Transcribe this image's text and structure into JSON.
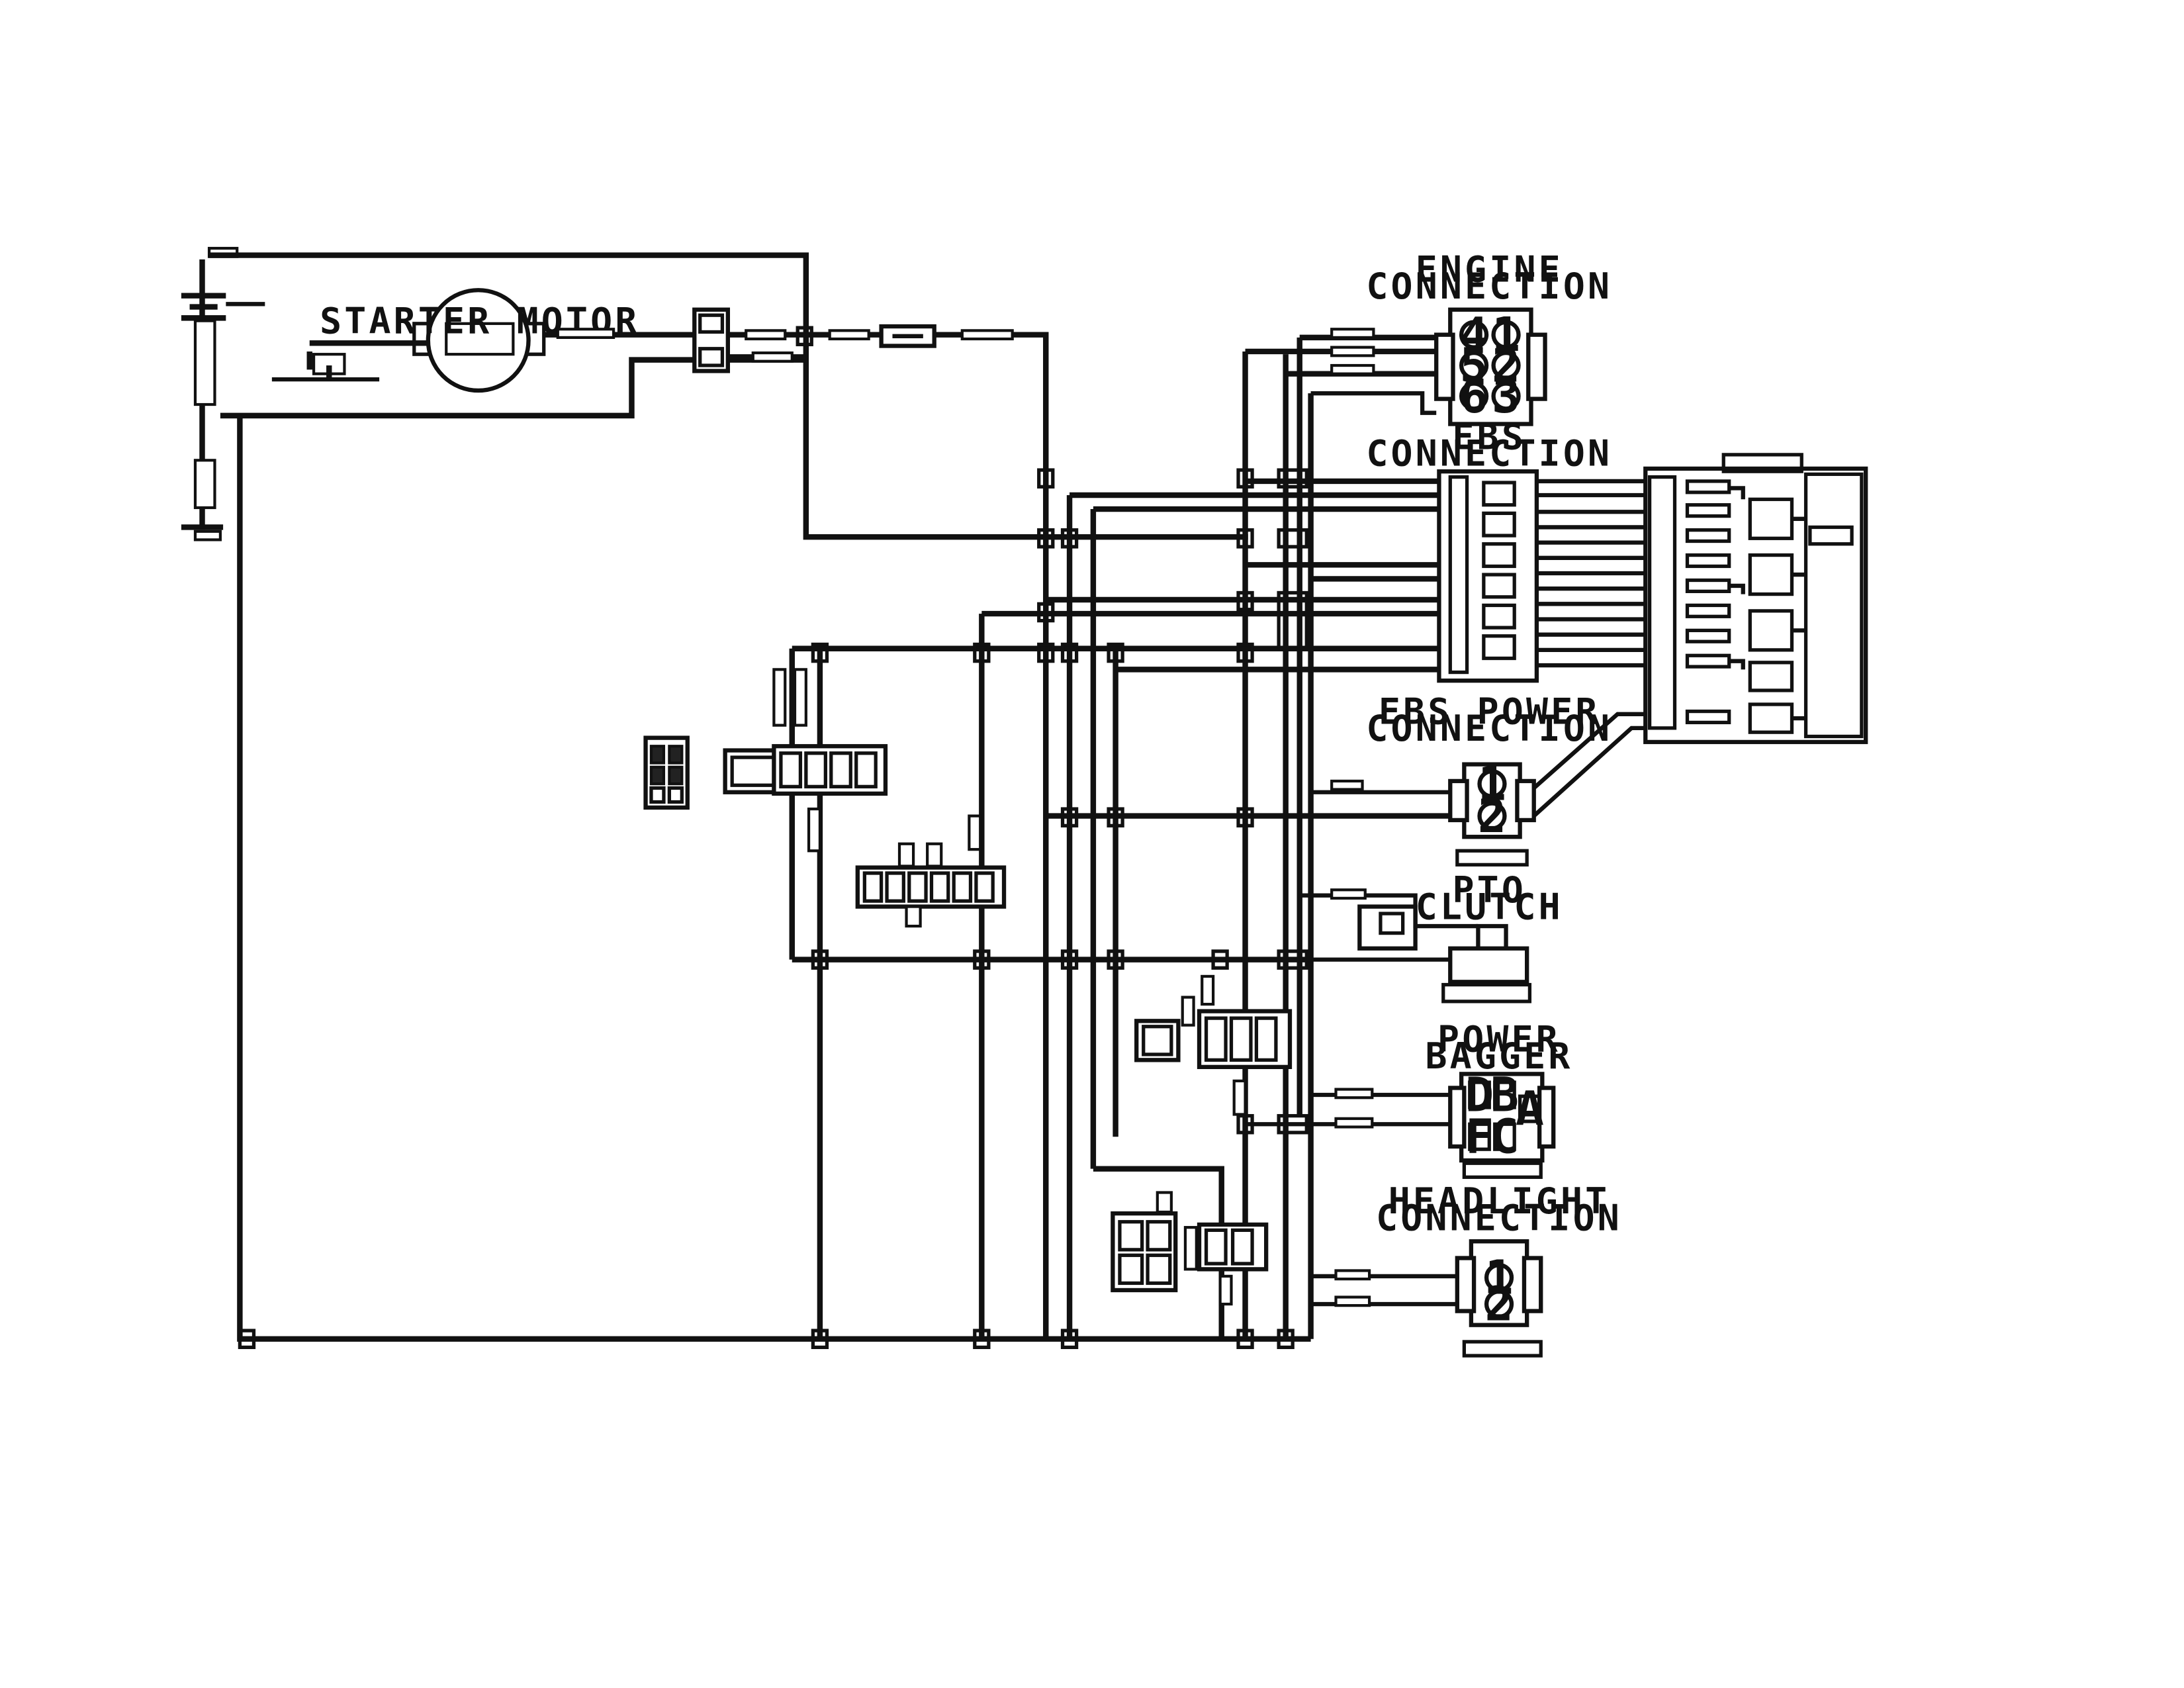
{
  "components": {
    "starter": "STARTER MOTOR",
    "engine_connection": [
      "ENGINE",
      "CONNECTION"
    ],
    "ebs_connection": [
      "EBS",
      "CONNECTION"
    ],
    "ebs_power_connection": [
      "EBS POWER",
      "CONNECTION"
    ],
    "pto_clutch": [
      "PTO",
      "CLUTCH"
    ],
    "power_bagger": [
      "POWER",
      "BAGGER"
    ],
    "headlight_connection": [
      "HEADLIGHT",
      "CONNECTION"
    ]
  },
  "pins": {
    "engine": [
      "4",
      "1",
      "5",
      "2",
      "6",
      "3"
    ],
    "ebs_power": [
      "1",
      "2"
    ],
    "power_bagger": [
      "D",
      "B",
      "A",
      "F",
      "C"
    ],
    "headlight": [
      "1",
      "2"
    ]
  }
}
